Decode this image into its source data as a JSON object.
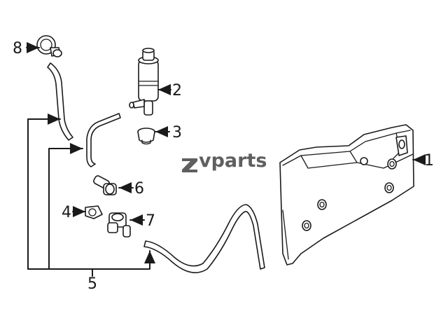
{
  "watermark": "vparts",
  "callouts": {
    "c1": "1",
    "c2": "2",
    "c3": "3",
    "c4": "4",
    "c5": "5",
    "c6": "6",
    "c7": "7",
    "c8": "8"
  },
  "icons": {
    "watermark_mark": "stylized-z-logo-icon"
  }
}
